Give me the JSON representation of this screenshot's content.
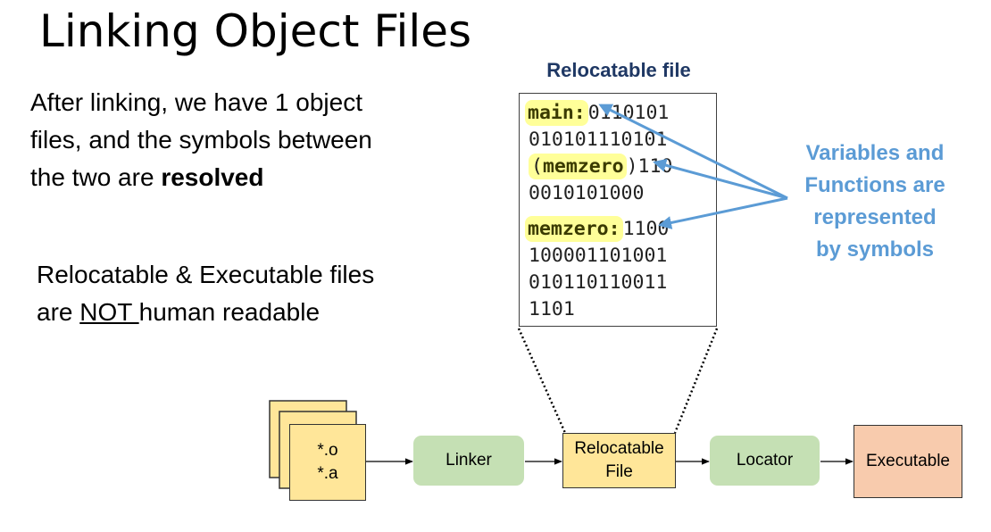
{
  "title": "Linking Object Files",
  "para1": {
    "line1": "After linking, we have 1 object",
    "line2": "files, and the symbols between",
    "line3_pre": "the two are ",
    "line3_bold": "resolved"
  },
  "para2": {
    "line1": "Relocatable & Executable files",
    "line2_pre": "are ",
    "line2_under": "NOT ",
    "line2_post": "human readable"
  },
  "relocatable_file": {
    "heading": "Relocatable file",
    "lines": [
      {
        "symbol": "main:",
        "bits": "0110101"
      },
      {
        "bits": "010101110101"
      },
      {
        "pre": "(",
        "symbol": "memzero",
        "post": ")110"
      },
      {
        "bits": "0010101000"
      },
      {
        "symbol": "memzero:",
        "bits": "1100"
      },
      {
        "bits": "100001101001"
      },
      {
        "bits": "010110110011"
      },
      {
        "bits": "1101"
      }
    ]
  },
  "symbols_note": {
    "lines": [
      "Variables and",
      "Functions are",
      "represented",
      "by symbols"
    ]
  },
  "flow": {
    "inputs": [
      "*.o",
      "*.a"
    ],
    "linker": "Linker",
    "relocatable": [
      "Relocatable",
      "File"
    ],
    "locator": "Locator",
    "executable": "Executable"
  },
  "colors": {
    "note_blue": "#5b9bd5",
    "heading_navy": "#1f3864",
    "highlight_yellow": "#ffff99",
    "process_green": "#c5e0b4",
    "file_yellow": "#ffe699",
    "executable_salmon": "#f8cbad"
  }
}
